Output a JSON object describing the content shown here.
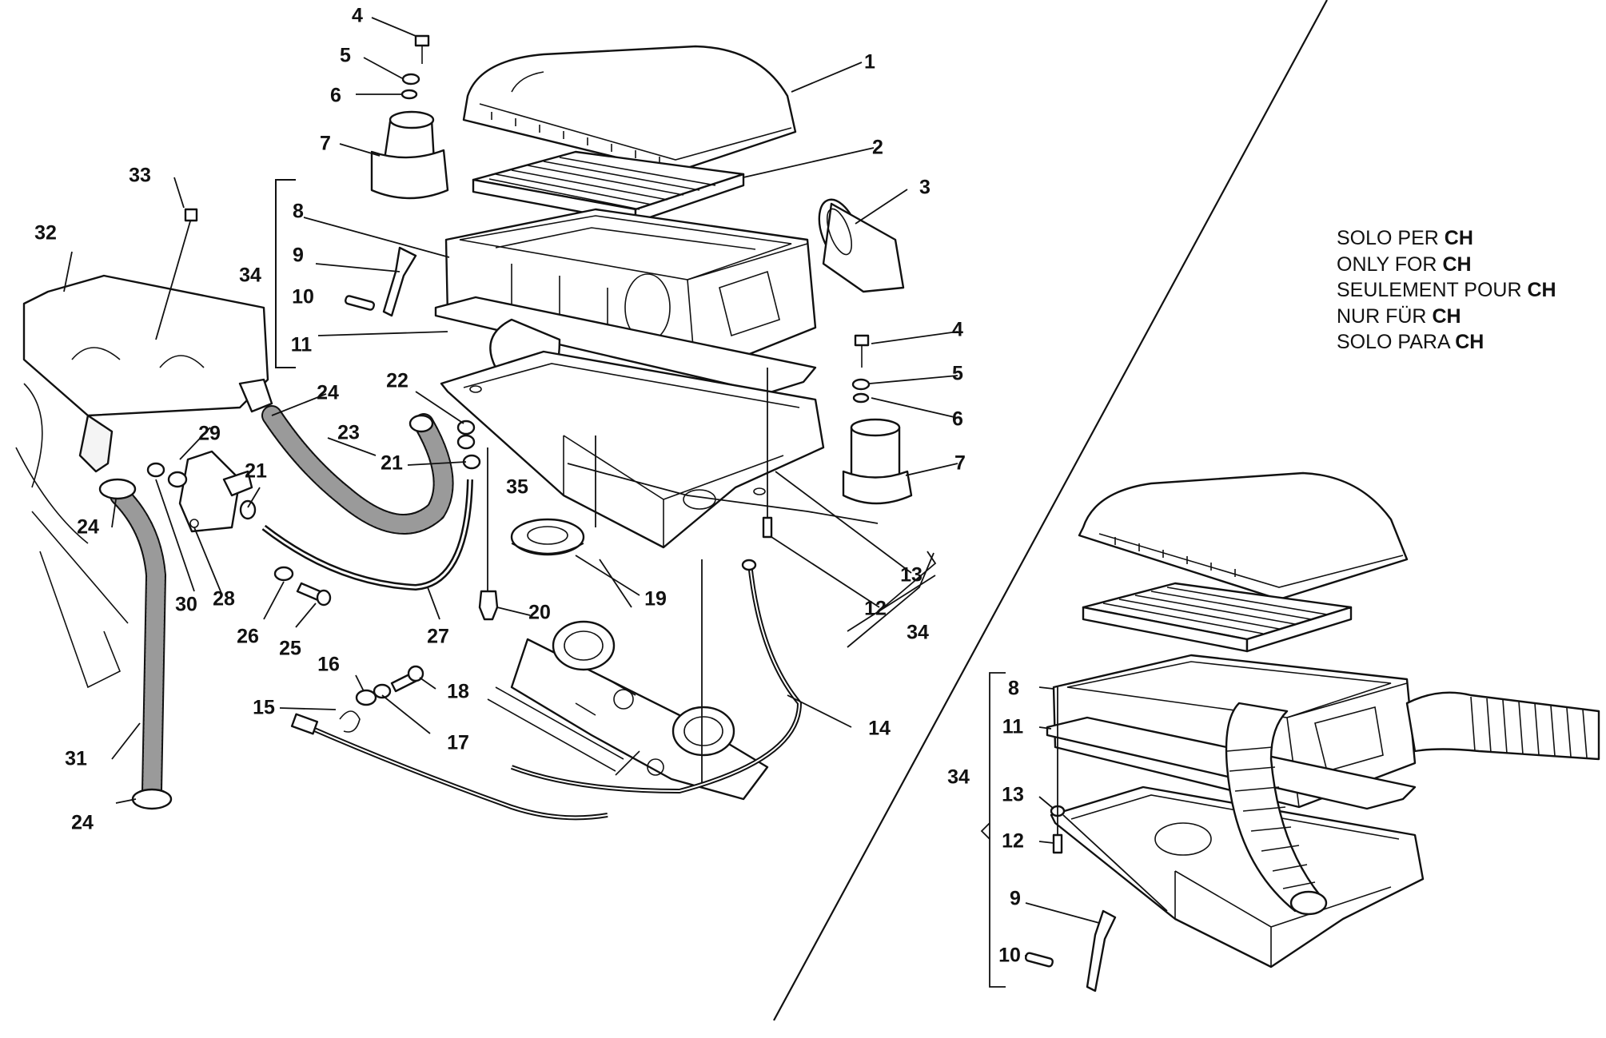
{
  "note": {
    "lines": [
      {
        "prefix": "SOLO PER ",
        "code": "CH"
      },
      {
        "prefix": "ONLY FOR ",
        "code": "CH"
      },
      {
        "prefix": "SEULEMENT POUR ",
        "code": "CH"
      },
      {
        "prefix": "NUR FÜR ",
        "code": "CH"
      },
      {
        "prefix": "SOLO PARA ",
        "code": "CH"
      }
    ]
  },
  "callouts": {
    "main": [
      "4",
      "5",
      "6",
      "7",
      "1",
      "2",
      "3",
      "33",
      "32",
      "8",
      "9",
      "34",
      "10",
      "11",
      "4",
      "5",
      "6",
      "7",
      "24",
      "22",
      "23",
      "21",
      "29",
      "21",
      "35",
      "13",
      "24",
      "30",
      "28",
      "26",
      "25",
      "27",
      "20",
      "19",
      "12",
      "34",
      "16",
      "18",
      "15",
      "17",
      "14",
      "31",
      "24"
    ],
    "inset": [
      "8",
      "11",
      "34",
      "13",
      "12",
      "9",
      "10"
    ]
  },
  "colors": {
    "ink": "#111111",
    "paper": "#ffffff"
  }
}
